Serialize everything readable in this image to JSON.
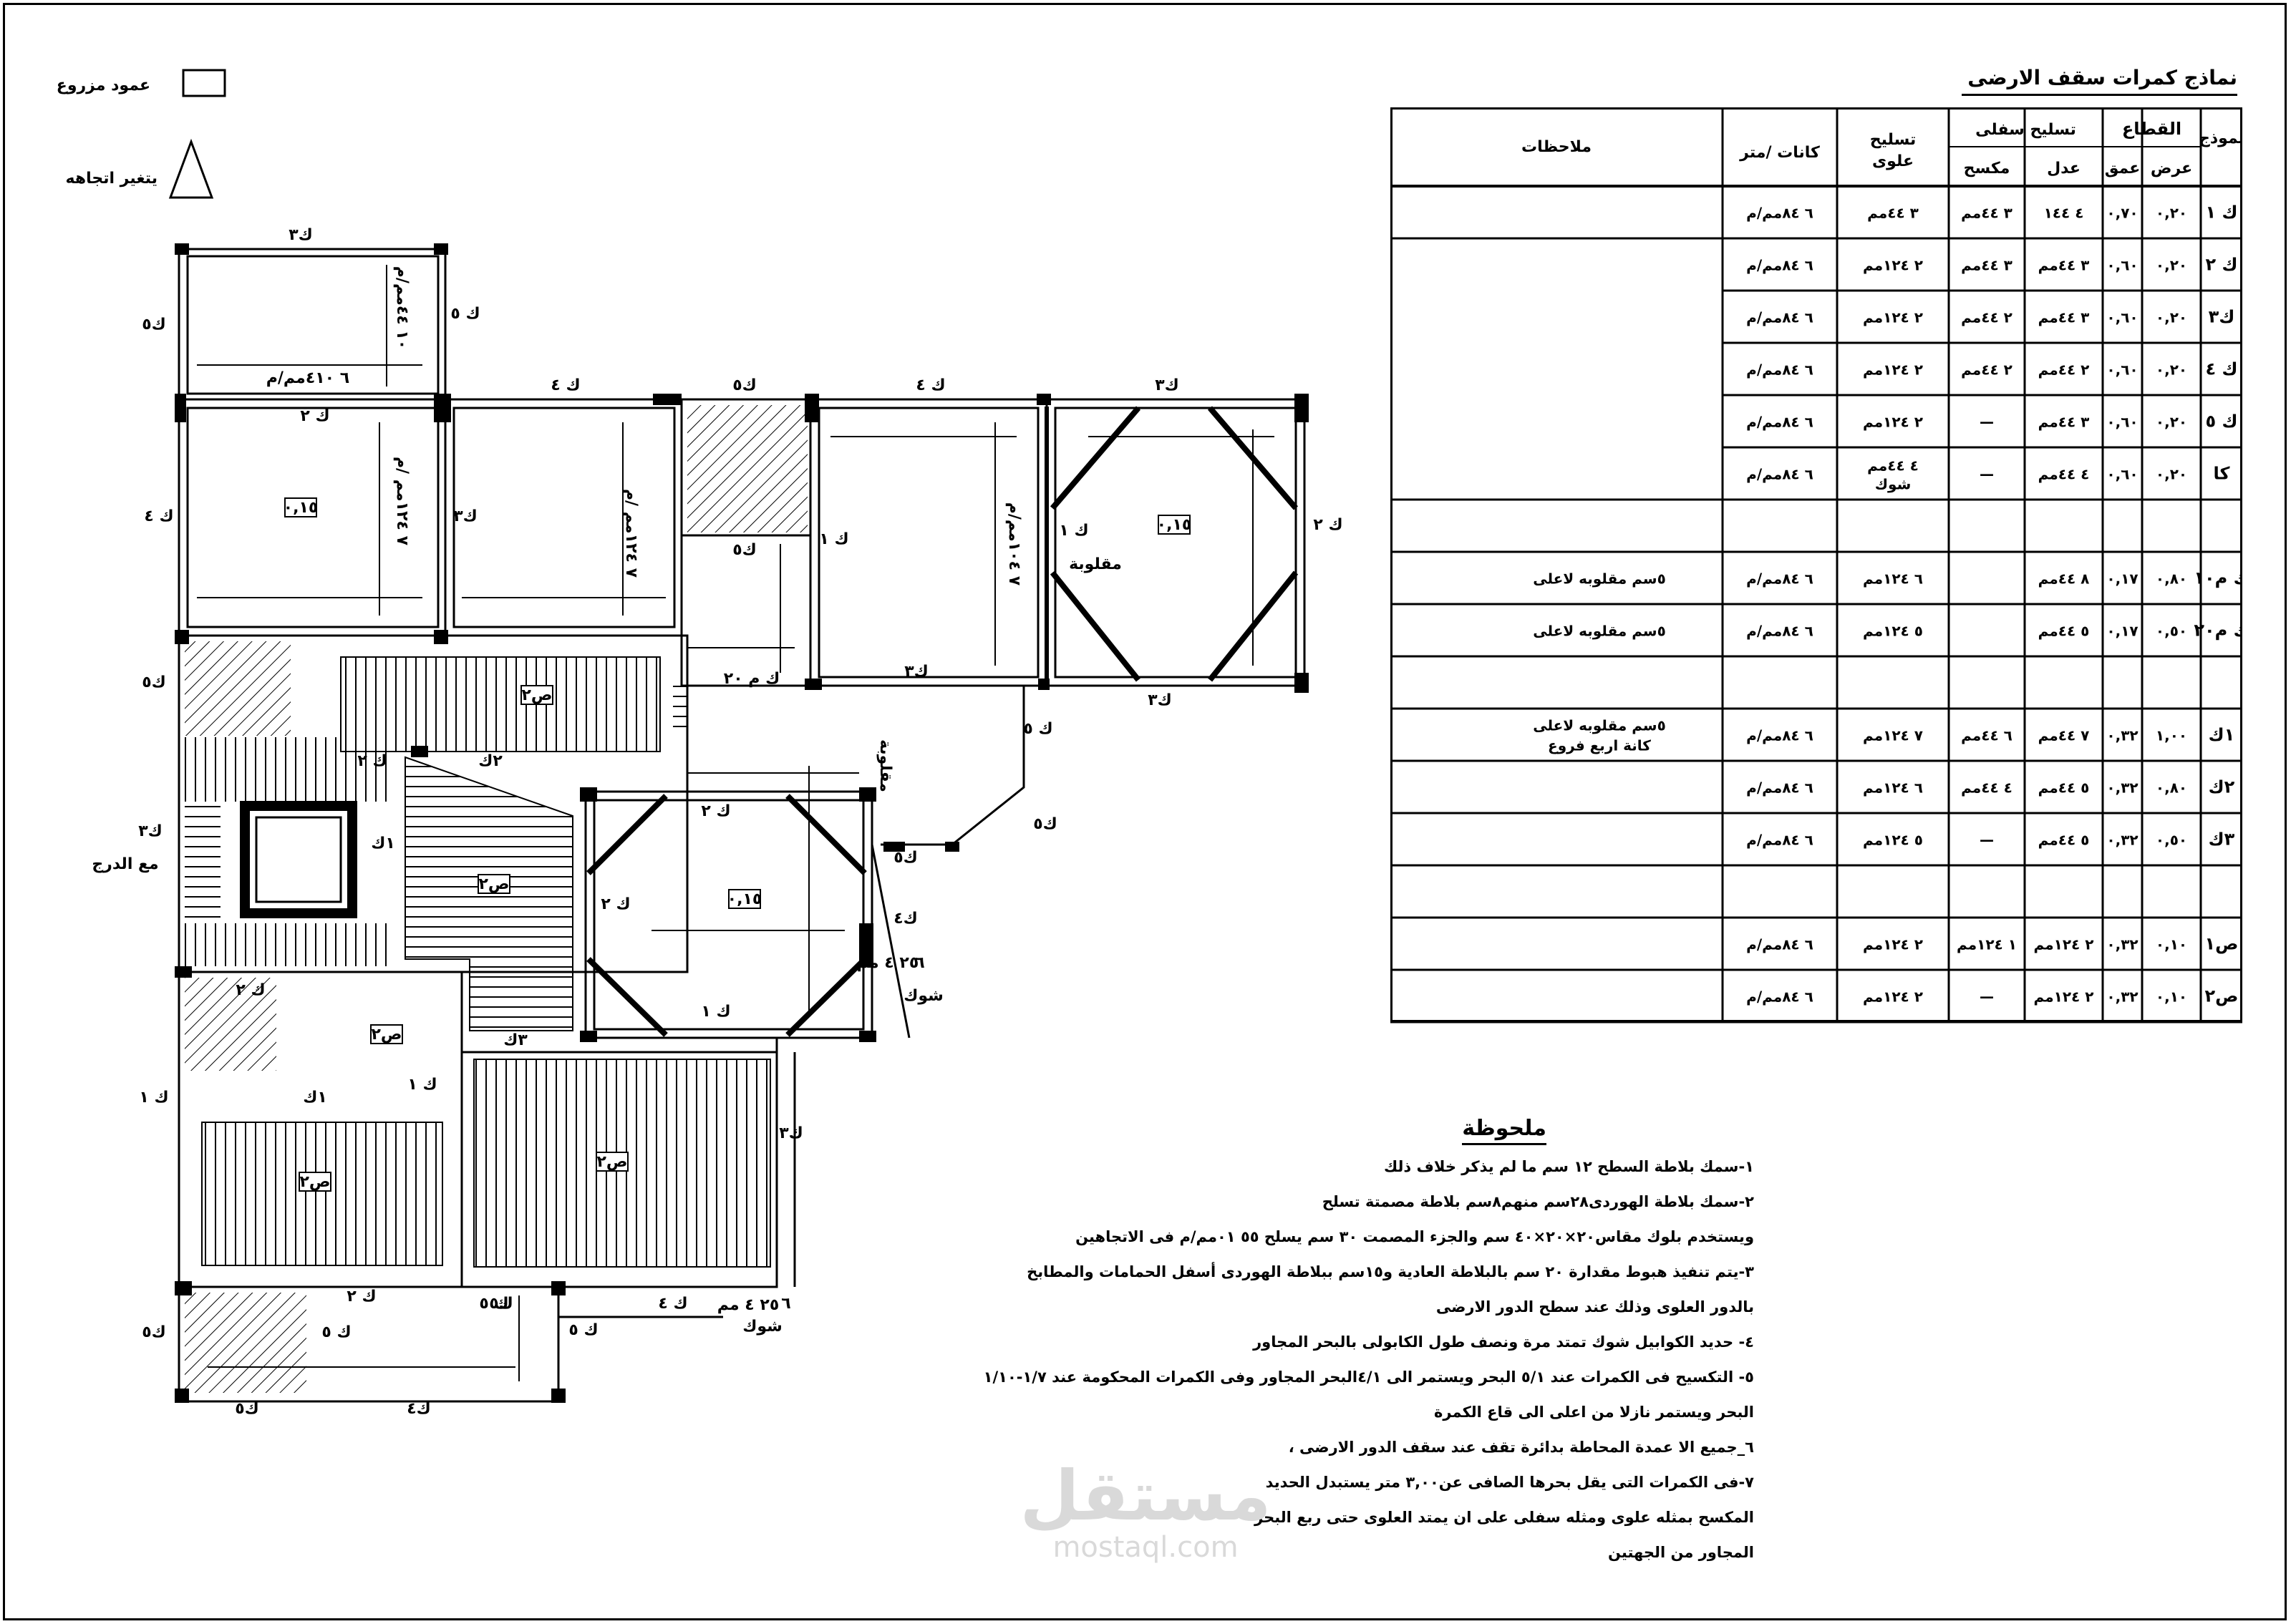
{
  "legend": {
    "column_label": "عمود مزروع",
    "direction_label": "يتغير اتجاهه"
  },
  "table": {
    "title": "نماذج كمرات سقف الارضى",
    "headers": {
      "model": "نموذج",
      "section": "القطاع",
      "width": "عرض",
      "depth": "عمق",
      "bottom_rft": "تسليح سفلى",
      "straight": "عدل",
      "bent": "مكسح",
      "top_rft_1": "تسليح",
      "top_rft_2": "علوى",
      "stirrups": "كانات /متر",
      "notes": "ملاحظات"
    },
    "rows": [
      {
        "model": "ك ١",
        "width": "٠,٢٠",
        "depth": "٠,٧٠",
        "straight": "٤ ١٤٤",
        "bent": "٣ ٤٤مم",
        "top": "٣ ٤٤مم",
        "stirrups": "٦ ٨٤مم/م",
        "note": "",
        "top2": ""
      },
      {
        "model": "ك ٢",
        "width": "٠,٢٠",
        "depth": "٠,٦٠",
        "straight": "٣ ٤٤مم",
        "bent": "٣ ٤٤مم",
        "top": "٢ ١٢٤مم",
        "stirrups": "٦ ٨٤مم/م",
        "note": "",
        "top2": ""
      },
      {
        "model": "ك٣",
        "width": "٠,٢٠",
        "depth": "٠,٦٠",
        "straight": "٣ ٤٤مم",
        "bent": "٢ ٤٤مم",
        "top": "٢ ١٢٤مم",
        "stirrups": "٦ ٨٤مم/م",
        "note": "",
        "top2": ""
      },
      {
        "model": "ك ٤",
        "width": "٠,٢٠",
        "depth": "٠,٦٠",
        "straight": "٢ ٤٤مم",
        "bent": "٢ ٤٤مم",
        "top": "٢ ١٢٤مم",
        "stirrups": "٦ ٨٤مم/م",
        "note": "",
        "top2": ""
      },
      {
        "model": "ك ٥",
        "width": "٠,٢٠",
        "depth": "٠,٦٠",
        "straight": "٣ ٤٤مم",
        "bent": "—",
        "top": "٢ ١٢٤مم",
        "stirrups": "٦ ٨٤مم/م",
        "note": "",
        "top2": ""
      },
      {
        "model": "كا",
        "width": "٠,٢٠",
        "depth": "٠,٦٠",
        "straight": "٤ ٤٤مم",
        "bent": "—",
        "top": "٤ ٤٤مم",
        "stirrups": "٦ ٨٤مم/م",
        "note": "",
        "top2": "شوك"
      },
      {
        "model": "",
        "width": "",
        "depth": "",
        "straight": "",
        "bent": "",
        "top": "",
        "stirrups": "",
        "note": "",
        "top2": ""
      },
      {
        "model": "ك م١٠",
        "width": "٠,٨٠",
        "depth": "٠,١٧",
        "straight": "٨ ٤٤مم",
        "bent": "",
        "top": "٦ ١٢٤مم",
        "stirrups": "٦ ٨٤مم/م",
        "note": "٥سم مقلوبه لاعلى",
        "top2": ""
      },
      {
        "model": "ك م٢٠",
        "width": "٠,٥٠",
        "depth": "٠,١٧",
        "straight": "٥ ٤٤مم",
        "bent": "",
        "top": "٥ ١٢٤مم",
        "stirrups": "٦ ٨٤مم/م",
        "note": "٥سم مقلوبه لاعلى",
        "top2": ""
      },
      {
        "model": "",
        "width": "",
        "depth": "",
        "straight": "",
        "bent": "",
        "top": "",
        "stirrups": "",
        "note": "",
        "top2": ""
      },
      {
        "model": "١ك",
        "width": "١,٠٠",
        "depth": "٠,٣٢",
        "straight": "٧ ٤٤مم",
        "bent": "٦ ٤٤مم",
        "top": "٧ ١٢٤مم",
        "stirrups": "٦ ٨٤مم/م",
        "note": "٥سم مقلوبه لاعلى",
        "top2": "",
        "note2": "كانة اربع فروع"
      },
      {
        "model": "٢ك",
        "width": "٠,٨٠",
        "depth": "٠,٣٢",
        "straight": "٥ ٤٤مم",
        "bent": "٤ ٤٤مم",
        "top": "٦ ١٢٤مم",
        "stirrups": "٦ ٨٤مم/م",
        "note": "",
        "top2": ""
      },
      {
        "model": "٣ك",
        "width": "٠,٥٠",
        "depth": "٠,٣٢",
        "straight": "٥ ٤٤مم",
        "bent": "—",
        "top": "٥ ١٢٤مم",
        "stirrups": "٦ ٨٤مم/م",
        "note": "",
        "top2": ""
      },
      {
        "model": "",
        "width": "",
        "depth": "",
        "straight": "",
        "bent": "",
        "top": "",
        "stirrups": "",
        "note": "",
        "top2": ""
      },
      {
        "model": "ص١",
        "width": "٠,١٠",
        "depth": "٠,٣٢",
        "straight": "٢ ١٢٤مم",
        "bent": "١ ١٢٤مم",
        "top": "٢ ١٢٤مم",
        "stirrups": "٦ ٨٤مم/م",
        "note": "",
        "top2": ""
      },
      {
        "model": "ص٢",
        "width": "٠,١٠",
        "depth": "٠,٣٢",
        "straight": "٢ ١٢٤مم",
        "bent": "—",
        "top": "٢ ١٢٤مم",
        "stirrups": "٦ ٨٤مم/م",
        "note": "",
        "top2": ""
      }
    ]
  },
  "notes": {
    "heading": "ملحوظة",
    "lines": [
      "١-سمك بلاطة السطح ١٢ سم ما لم يذكر خلاف ذلك",
      "٢-سمك بلاطة الهوردى٢٨سم منهم٨سم بلاطة مصمتة تسلح",
      "ويستخدم بلوك مقاس٢٠×٢٠×٤٠ سم  والجزء المصمت ٣٠ سم يسلح ٥٥ ٠١مم/م فى الاتجاهين",
      "٣-يتم تنفيذ هبوط مقدارة ٢٠ سم بالبلاطة العادية  و١٥سم ببلاطة الهوردى أسفل الحمامات والمطابخ",
      "بالدور العلوى وذلك عند سطح الدور الارضى",
      "٤- حديد الكوابيل شوك تمتد مرة ونصف طول الكابولى بالبحر المجاور",
      "٥- التكسيح فى الكمرات عند ٥/١ البحر ويستمر الى ٤/١البحر المجاور وفى الكمرات المحكومة عند ١/٧-١/١٠",
      "البحر ويستمر نازلا من اعلى الى قاع الكمرة",
      "٦_جميع الا عمدة المحاطة بدائرة تقف عند سقف الدور الارضى ،",
      "٧-فى الكمرات التى يقل بحرها الصافى عن٣,٠٠ متر يستبدل الحديد",
      "المكسح بمثله علوى ومثله سفلى على ان يمتد العلوى حتى ربع البحر",
      "المجاور من الجهتين"
    ]
  },
  "plan": {
    "labels": [
      {
        "id": "k3-top",
        "t": "ك٣"
      },
      {
        "id": "k5-left1",
        "t": "ك٥"
      },
      {
        "id": "k5-mid1",
        "t": "ك ٥"
      },
      {
        "id": "r1-v",
        "t": "١٠ ٤٤مم/م"
      },
      {
        "id": "r1-h",
        "t": "٦ ٤١٠مم/م"
      },
      {
        "id": "k2-a",
        "t": "ك ٢"
      },
      {
        "id": "k4-left",
        "t": "ك ٤"
      },
      {
        "id": "k3-mid",
        "t": "ك٣"
      },
      {
        "id": "k4-top1",
        "t": "ك ٤"
      },
      {
        "id": "k5-top",
        "t": "ك٥"
      },
      {
        "id": "k4-top2",
        "t": "ك ٤"
      },
      {
        "id": "k3-top2",
        "t": "ك٣"
      },
      {
        "id": "k2-right",
        "t": "ك ٢"
      },
      {
        "id": "k1-a",
        "t": "ك ١"
      },
      {
        "id": "k1-b",
        "t": "ك ١"
      },
      {
        "id": "maqlouba",
        "t": "مقلوبة"
      },
      {
        "id": "slab15-a",
        "t": "٠,١٥"
      },
      {
        "id": "slab15-b",
        "t": "٠,١٥"
      },
      {
        "id": "slab15-c",
        "t": "٠,١٥"
      },
      {
        "id": "r-7-12",
        "t": "٧ ١٢٤مم /م"
      },
      {
        "id": "r-7-12b",
        "t": "٧ ١٢٤مم /م"
      },
      {
        "id": "r-7-10",
        "t": "٧ ١٠٤مم/م"
      },
      {
        "id": "k3-bot1",
        "t": "ك٣"
      },
      {
        "id": "k3-bot2",
        "t": "ك٣"
      },
      {
        "id": "km20",
        "t": "ك م ٢٠"
      },
      {
        "id": "k5-b",
        "t": "ك٥"
      },
      {
        "id": "k5-c",
        "t": "ك ٥"
      },
      {
        "id": "k2-c",
        "t": "ك ٢"
      },
      {
        "id": "k2-d",
        "t": "ك ٢"
      },
      {
        "id": "k1-c",
        "t": "ك ١"
      },
      {
        "id": "s2-a",
        "t": "ص٢"
      },
      {
        "id": "s2-b",
        "t": "ص٢"
      },
      {
        "id": "s2-c",
        "t": "ص٢"
      },
      {
        "id": "s2-d",
        "t": "ص٢"
      },
      {
        "id": "s2-e",
        "t": "ص٢"
      },
      {
        "id": "k-2",
        "t": "٢ك"
      },
      {
        "id": "k-1a",
        "t": "١ك"
      },
      {
        "id": "k-1b",
        "t": "١ك"
      },
      {
        "id": "k-3",
        "t": "٣ك"
      },
      {
        "id": "k-1-left",
        "t": "ك ١"
      },
      {
        "id": "k3-stair1",
        "t": "ك٣"
      },
      {
        "id": "k3-stair2",
        "t": "مع الدرج"
      },
      {
        "id": "k5-l2",
        "t": "ك٥"
      },
      {
        "id": "k5-l3",
        "t": "ك٥"
      },
      {
        "id": "k5-bot1",
        "t": "ك٥"
      },
      {
        "id": "k4-bot",
        "t": "ك٤"
      },
      {
        "id": "k5-r1",
        "t": "ك٥"
      },
      {
        "id": "k5-r2",
        "t": "ك ٥"
      },
      {
        "id": "k3-r",
        "t": "ك٣"
      },
      {
        "id": "shouk1",
        "t": "شوك"
      },
      {
        "id": "shouk2",
        "t": "شوك"
      },
      {
        "id": "n6-a",
        "t": "٦"
      },
      {
        "id": "n6-b",
        "t": "٦"
      },
      {
        "id": "r-25",
        "t": "٢٥ ٤ مم"
      },
      {
        "id": "r-25b",
        "t": "٢٥ ٤ مم"
      },
      {
        "id": "maqlouba2",
        "t": "مقلوبة"
      },
      {
        "id": "k4-r2",
        "t": "ك٤"
      },
      {
        "id": "k5-r3",
        "t": "ك٥"
      },
      {
        "id": "k2-e",
        "t": "ك ٢"
      },
      {
        "id": "k2-f",
        "t": "ك ٢"
      },
      {
        "id": "k1-d",
        "t": "ك ١"
      },
      {
        "id": "k5-d",
        "t": "ك ٥"
      },
      {
        "id": "k5-e",
        "t": "ك ٥"
      },
      {
        "id": "k4-c",
        "t": "ك ٤"
      },
      {
        "id": "k5-f",
        "t": "ك٥"
      },
      {
        "id": "k2-g",
        "t": "ك ٢"
      }
    ]
  },
  "watermark": {
    "ar": "مستقل",
    "en": "mostaql.com"
  }
}
